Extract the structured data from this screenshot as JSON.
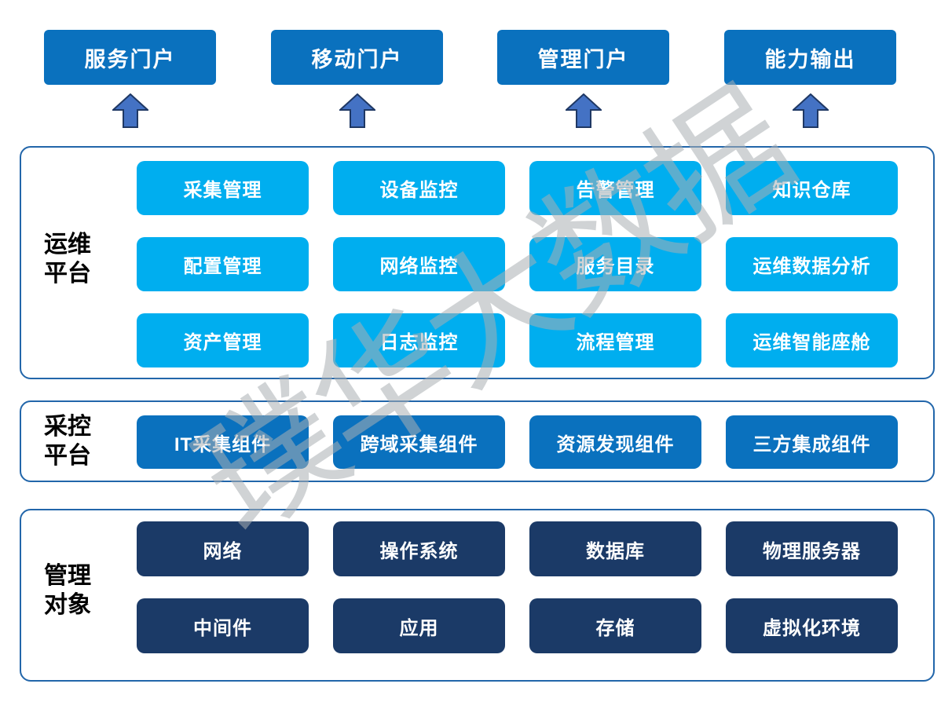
{
  "watermark": {
    "text": "璞华大数据",
    "color": "#aaaeb2"
  },
  "portals": [
    "服务门户",
    "移动门户",
    "管理门户",
    "能力输出"
  ],
  "sections": [
    {
      "label_line1": "运维",
      "label_line2": "平台",
      "rows": [
        [
          "采集管理",
          "设备监控",
          "告警管理",
          "知识仓库"
        ],
        [
          "配置管理",
          "网络监控",
          "服务目录",
          "运维数据分析"
        ],
        [
          "资产管理",
          "日志监控",
          "流程管理",
          "运维智能座舱"
        ]
      ]
    },
    {
      "label_line1": "采控",
      "label_line2": "平台",
      "rows": [
        [
          "IT采集组件",
          "跨域采集组件",
          "资源发现组件",
          "三方集成组件"
        ]
      ]
    },
    {
      "label_line1": "管理",
      "label_line2": "对象",
      "rows": [
        [
          "网络",
          "操作系统",
          "数据库",
          "物理服务器"
        ],
        [
          "中间件",
          "应用",
          "存储",
          "虚拟化环境"
        ]
      ]
    }
  ],
  "colors": {
    "portal_blue": "#0a71be",
    "module_cyan": "#00aeef",
    "object_navy": "#1b3a67",
    "arrow_fill": "#4472c4",
    "arrow_stroke": "#1f3864",
    "container_border": "#2266aa"
  }
}
